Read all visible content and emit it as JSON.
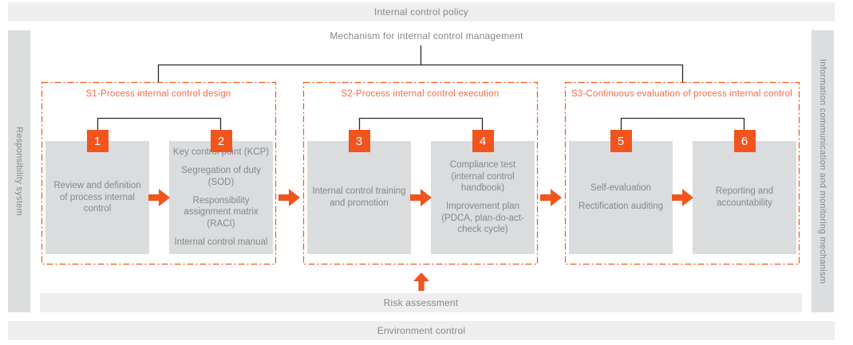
{
  "colors": {
    "orange": "#F1551D",
    "orange_border": "#EC5A16",
    "title_orange": "#F46A4A",
    "bar_bg": "#EEEEEF",
    "sidebar_bg": "#DCDDDE",
    "box_bg": "#DBDCDD",
    "text_gray": "#85878A",
    "line_black": "#2A2A2A"
  },
  "top_bar": {
    "label": "Internal control policy"
  },
  "mechanism_label": "Mechanism for internal control management",
  "left_sidebar": {
    "label": "Responsibility system"
  },
  "right_sidebar": {
    "label": "Information communication and monitoring mechanism"
  },
  "sections": [
    {
      "title": "S1-Process internal control design",
      "steps": [
        {
          "number": "1",
          "lines": [
            "Review and definition of process internal control"
          ]
        },
        {
          "number": "2",
          "lines": [
            "Key control point (KCP)",
            "Segregation of duty (SOD)",
            "Responsibility assignment matrix (RACI)",
            "Internal control manual"
          ]
        }
      ]
    },
    {
      "title": "S2-Process internal control execution",
      "steps": [
        {
          "number": "3",
          "lines": [
            "Internal control training and promotion"
          ]
        },
        {
          "number": "4",
          "lines": [
            "Compliance test (internal control handbook)",
            "Improvement plan (PDCA, plan-do-act-check cycle)"
          ]
        }
      ]
    },
    {
      "title": "S3-Continuous evaluation of process internal control",
      "steps": [
        {
          "number": "5",
          "lines": [
            "Self-evaluation",
            "Rectification auditing"
          ]
        },
        {
          "number": "6",
          "lines": [
            "Reporting and accountability"
          ]
        }
      ]
    }
  ],
  "risk_bar": {
    "label": "Risk assessment"
  },
  "env_bar": {
    "label": "Environment control"
  }
}
